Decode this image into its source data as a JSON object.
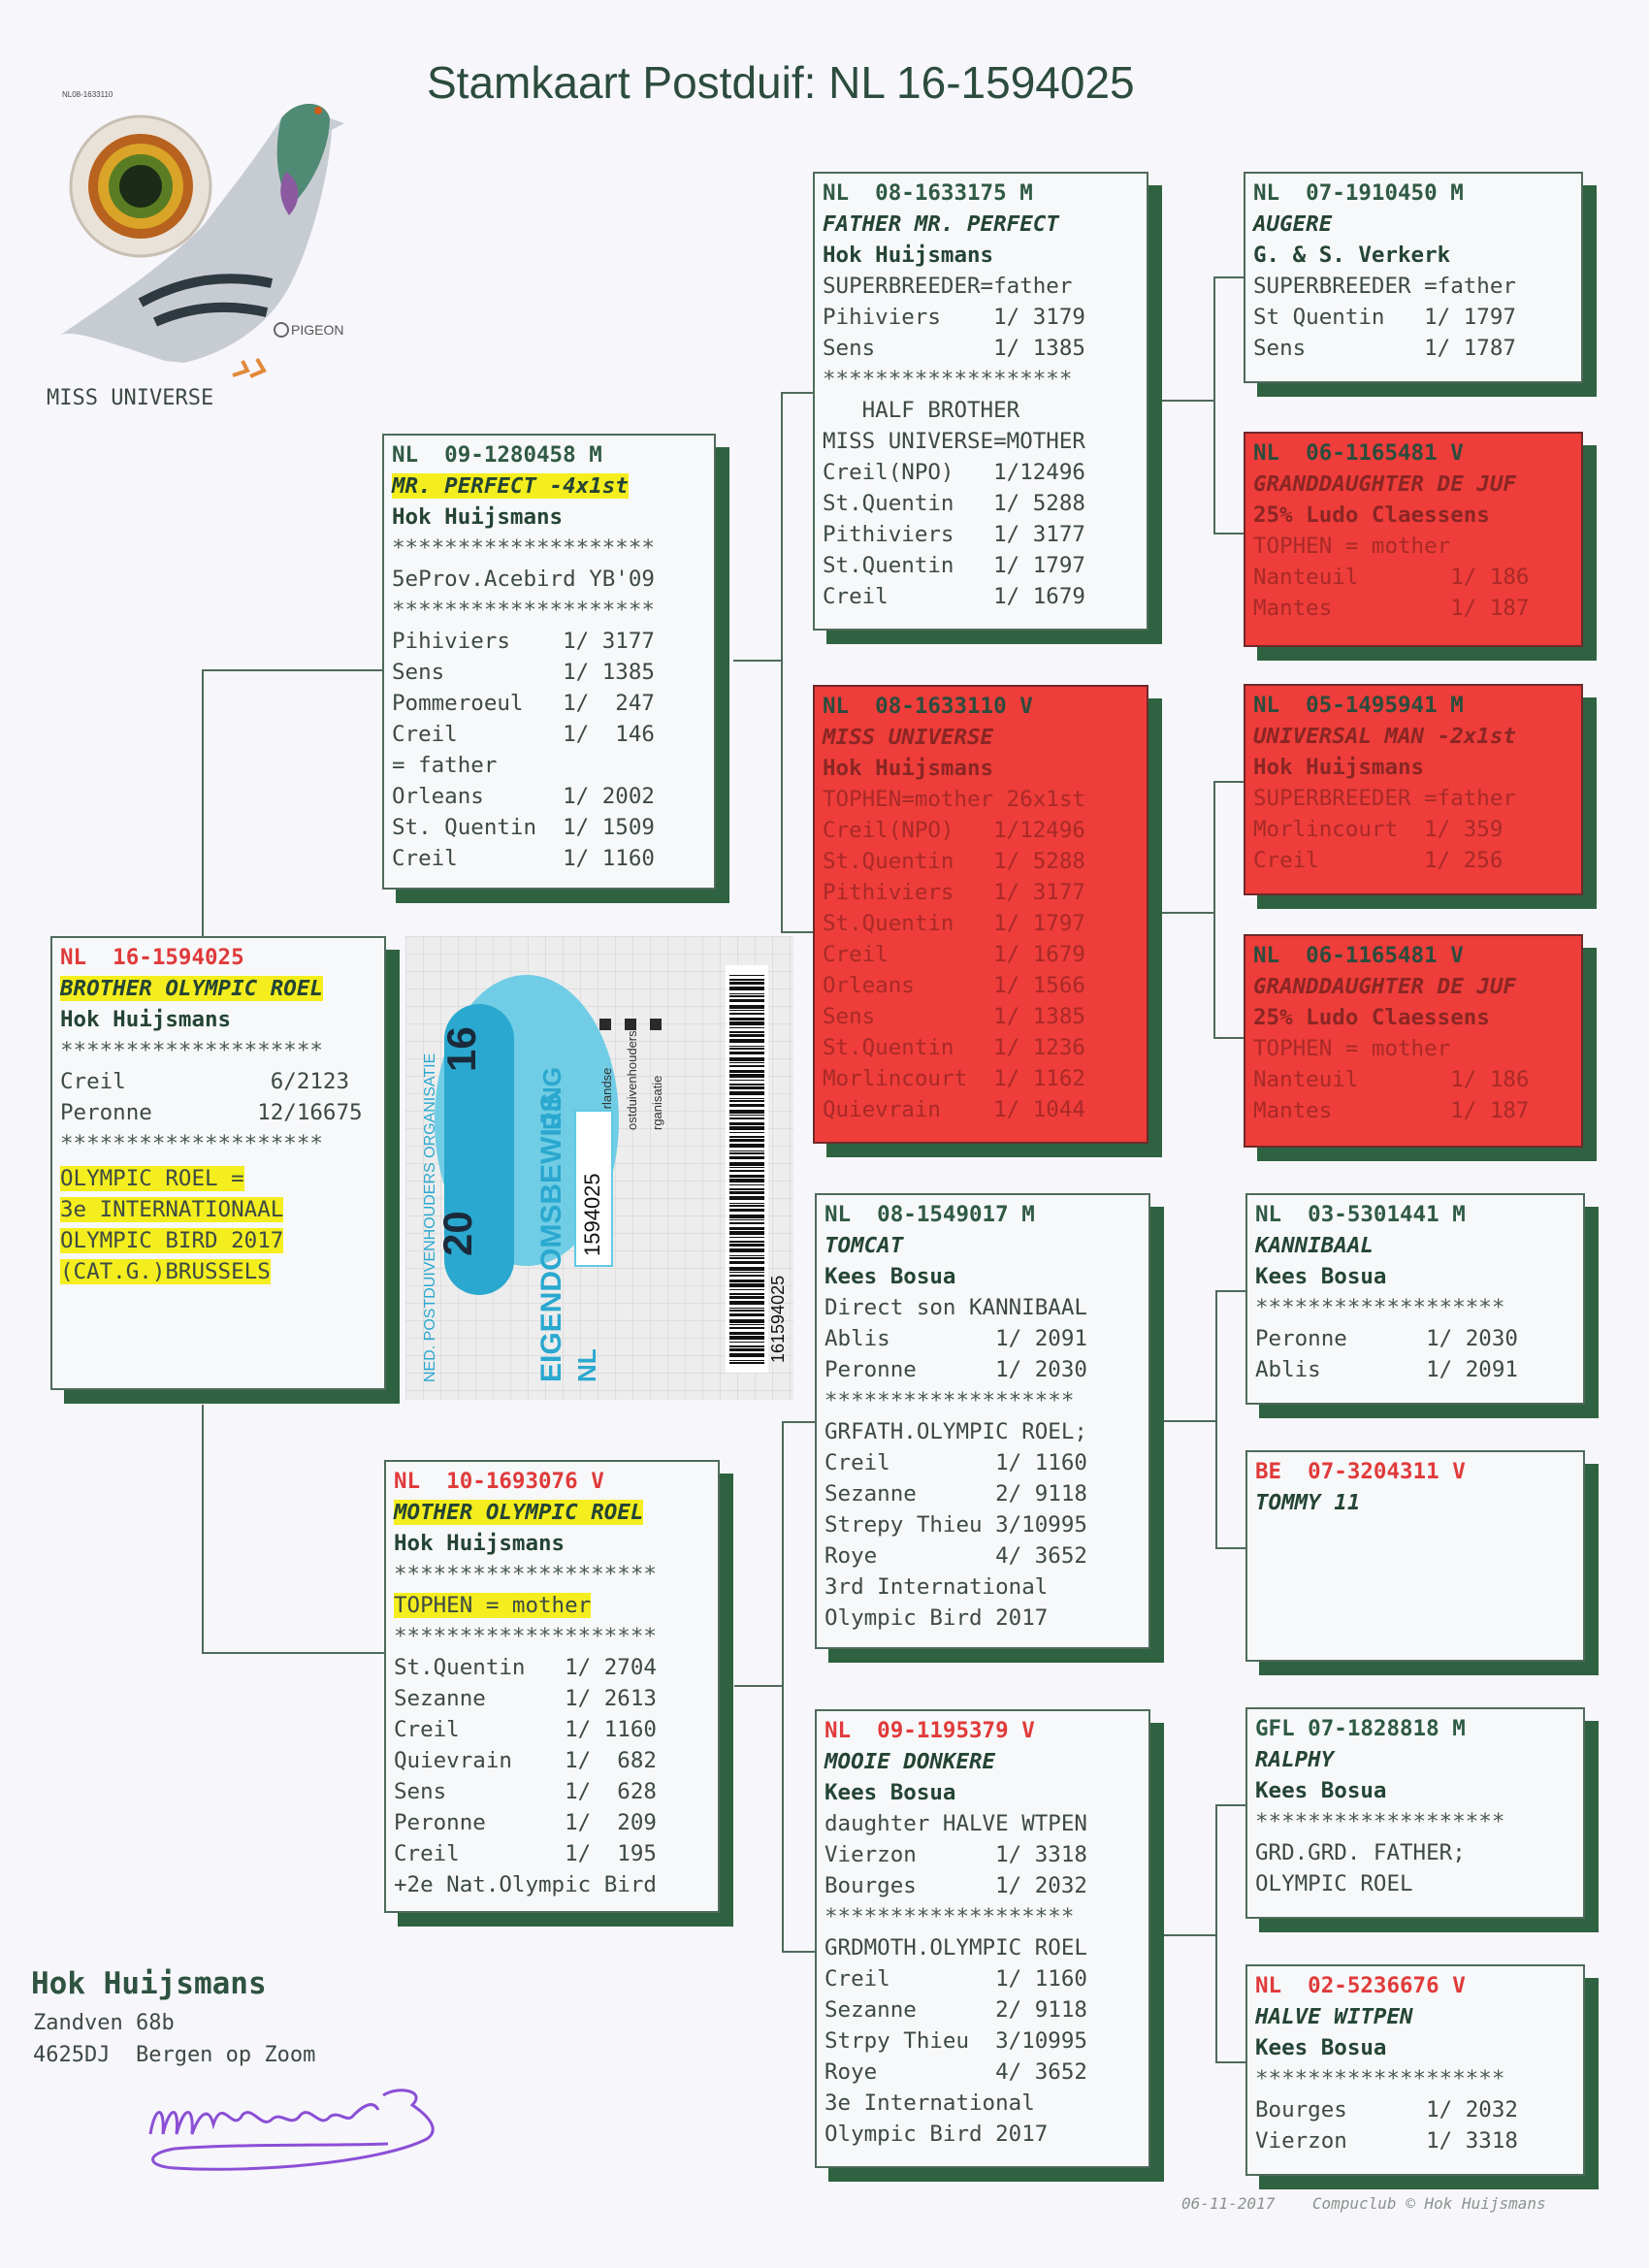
{
  "title": "Stamkaart Postduif: NL  16-1594025",
  "logo": {
    "tiny_ring": "NL08-1633110",
    "caption": "MISS UNIVERSE",
    "pigeon_word": "PIGEON"
  },
  "ring_card": {
    "year_a": "20",
    "year_b": "16",
    "heading": "EIGENDOMSBEWIJS",
    "ring_word": "RING",
    "org_side": "NED. POSTDUIVENHOUDERS ORGANISATIE",
    "npo": [
      "ederlandse",
      "ostduivenhouders",
      "rganisatie"
    ],
    "country": "NL",
    "number": "1594025",
    "barcode_number": "161594025"
  },
  "boxes": {
    "subject": {
      "ring": "NL  16-1594025",
      "name": "BROTHER OLYMPIC ROEL",
      "owner": "Hok Huijsmans",
      "lines": [
        "********************",
        "Creil           6/2123",
        "Peronne        12/16675",
        "********************"
      ],
      "highlights": [
        "OLYMPIC ROEL =",
        "3e INTERNATIONAAL",
        "OLYMPIC BIRD 2017",
        "(CAT.G.)BRUSSELS"
      ]
    },
    "father": {
      "ring": "NL  09-1280458 M",
      "name": "MR. PERFECT -4x1st",
      "owner": "Hok Huijsmans",
      "lines": [
        "********************",
        "5eProv.Acebird YB'09",
        "********************",
        "Pihiviers    1/ 3177",
        "Sens         1/ 1385",
        "Pommeroeul   1/  247",
        "Creil        1/  146",
        "= father",
        "Orleans      1/ 2002",
        "St. Quentin  1/ 1509",
        "Creil        1/ 1160"
      ]
    },
    "mother": {
      "ring": "NL  10-1693076 V",
      "name": "MOTHER OLYMPIC ROEL",
      "owner": "Hok Huijsmans",
      "lines": [
        "********************",
        "TOPHEN = mother",
        "********************",
        "St.Quentin   1/ 2704",
        "Sezanne      1/ 2613",
        "Creil        1/ 1160",
        "Quievrain    1/  682",
        "Sens         1/  628",
        "Peronne      1/  209",
        "Creil        1/  195",
        "+2e Nat.Olympic Bird"
      ]
    },
    "ff": {
      "ring": "NL  08-1633175 M",
      "name": "FATHER MR. PERFECT",
      "owner": "Hok Huijsmans",
      "lines": [
        "SUPERBREEDER=father",
        "Pihiviers    1/ 3179",
        "Sens         1/ 1385",
        "*******************",
        "   HALF BROTHER",
        "MISS UNIVERSE=MOTHER",
        "Creil(NPO)   1/12496",
        "St.Quentin   1/ 5288",
        "Pithiviers   1/ 3177",
        "St.Quentin   1/ 1797",
        "Creil        1/ 1679"
      ]
    },
    "fm": {
      "ring": "NL  08-1633110 V",
      "name": "MISS UNIVERSE",
      "owner": "Hok Huijsmans",
      "lines": [
        "TOPHEN=mother 26x1st",
        "Creil(NPO)   1/12496",
        "St.Quentin   1/ 5288",
        "Pithiviers   1/ 3177",
        "St.Quentin   1/ 1797",
        "Creil        1/ 1679",
        "Orleans      1/ 1566",
        "Sens         1/ 1385",
        "St.Quentin   1/ 1236",
        "Morlincourt  1/ 1162",
        "Quievrain    1/ 1044"
      ]
    },
    "mf": {
      "ring": "NL  08-1549017 M",
      "name": "TOMCAT",
      "owner": "Kees Bosua",
      "lines": [
        "Direct son KANNIBAAL",
        "Ablis        1/ 2091",
        "Peronne      1/ 2030",
        "*******************",
        "GRFATH.OLYMPIC ROEL;",
        "Creil        1/ 1160",
        "Sezanne      2/ 9118",
        "Strepy Thieu 3/10995",
        "Roye         4/ 3652",
        "3rd International",
        "Olympic Bird 2017"
      ]
    },
    "mm": {
      "ring": "NL  09-1195379 V",
      "name": "MOOIE DONKERE",
      "owner": "Kees Bosua",
      "lines": [
        "daughter HALVE WTPEN",
        "Vierzon      1/ 3318",
        "Bourges      1/ 2032",
        "*******************",
        "GRDMOTH.OLYMPIC ROEL",
        "Creil        1/ 1160",
        "Sezanne      2/ 9118",
        "Strpy Thieu  3/10995",
        "Roye         4/ 3652",
        "3e International",
        "Olympic Bird 2017"
      ]
    },
    "fff": {
      "ring": "NL  07-1910450 M",
      "name": "AUGERE",
      "owner": "G. & S. Verkerk",
      "lines": [
        "SUPERBREEDER =father",
        "St Quentin   1/ 1797",
        "Sens         1/ 1787"
      ]
    },
    "ffm": {
      "ring": "NL  06-1165481 V",
      "name": "GRANDDAUGHTER DE JUF",
      "owner": "25% Ludo Claessens",
      "lines": [
        "TOPHEN = mother",
        "Nanteuil       1/ 186",
        "Mantes         1/ 187"
      ]
    },
    "fmf": {
      "ring": "NL  05-1495941 M",
      "name": "UNIVERSAL MAN -2x1st",
      "owner": "Hok Huijsmans",
      "lines": [
        "SUPERBREEDER =father",
        "Morlincourt  1/ 359",
        "Creil        1/ 256"
      ]
    },
    "fmm": {
      "ring": "NL  06-1165481 V",
      "name": "GRANDDAUGHTER DE JUF",
      "owner": "25% Ludo Claessens",
      "lines": [
        "TOPHEN = mother",
        "Nanteuil       1/ 186",
        "Mantes         1/ 187"
      ]
    },
    "mff": {
      "ring": "NL  03-5301441 M",
      "name": "KANNIBAAL",
      "owner": "Kees Bosua",
      "lines": [
        "*******************",
        "Peronne      1/ 2030",
        "Ablis        1/ 2091"
      ]
    },
    "mfm": {
      "ring": "BE  07-3204311 V",
      "name": "TOMMY 11",
      "owner": "",
      "lines": []
    },
    "mmf": {
      "ring": "GFL 07-1828818 M",
      "name": "RALPHY",
      "owner": "Kees Bosua",
      "lines": [
        "*******************",
        "GRD.GRD. FATHER;",
        "OLYMPIC ROEL"
      ]
    },
    "mmm": {
      "ring": "NL  02-5236676 V",
      "name": "HALVE WITPEN",
      "owner": "Kees Bosua",
      "lines": [
        "*******************",
        "Bourges      1/ 2032",
        "Vierzon      1/ 3318"
      ]
    }
  },
  "footer": {
    "name": "Hok Huijsmans",
    "address1": "Zandven 68b",
    "address2": "4625DJ  Bergen op Zoom",
    "credit": "06-11-2017    Compuclub © Hok Huijsmans",
    "signature": "MHuysmans"
  }
}
